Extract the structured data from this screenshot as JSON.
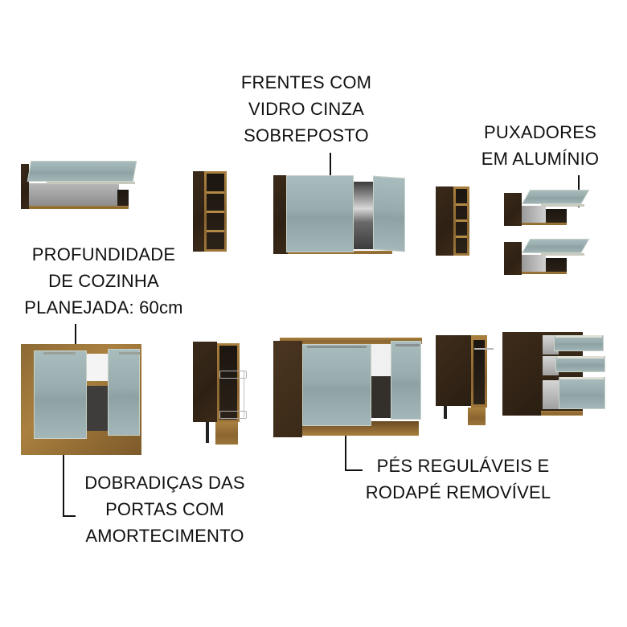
{
  "image": {
    "background": "#ffffff",
    "text_color": "#111111"
  },
  "colors": {
    "dark_wood": "#2e2114",
    "oak_wood": "#9c7538",
    "glass_grey": "#9eb2b4",
    "handle_aluminium": "#c9c9bd"
  },
  "callouts": {
    "frentes": {
      "lines": [
        "FRENTES COM",
        "VIDRO CINZA",
        "SOBREPOSTO"
      ]
    },
    "puxadores": {
      "lines": [
        "PUXADORES",
        "EM ALUMÍNIO"
      ]
    },
    "profundidade": {
      "lines": [
        "PROFUNDIDADE",
        "DE COZINHA",
        "PLANEJADA: 60cm"
      ]
    },
    "dobradicas": {
      "lines": [
        "DOBRADIÇAS DAS",
        "PORTAS COM",
        "AMORTECIMENTO"
      ]
    },
    "pes": {
      "lines": [
        "PÉS REGULÁVEIS E",
        "RODAPÉ REMOVÍVEL"
      ]
    }
  },
  "products": {
    "upper_row": [
      {
        "name": "wall-cabinet-lift-door-wide"
      },
      {
        "name": "wall-niche-shelf-narrow"
      },
      {
        "name": "wall-cabinet-two-glass-doors"
      },
      {
        "name": "wall-niche-shelf-narrow-2"
      },
      {
        "name": "wall-cabinet-lift-door-small-top"
      },
      {
        "name": "wall-cabinet-lift-door-small-bottom"
      }
    ],
    "lower_row": [
      {
        "name": "base-cabinet-two-doors"
      },
      {
        "name": "base-cabinet-spice-rack"
      },
      {
        "name": "base-cabinet-sink-two-doors"
      },
      {
        "name": "base-cabinet-towel-rack"
      },
      {
        "name": "base-cabinet-three-drawers"
      }
    ]
  }
}
